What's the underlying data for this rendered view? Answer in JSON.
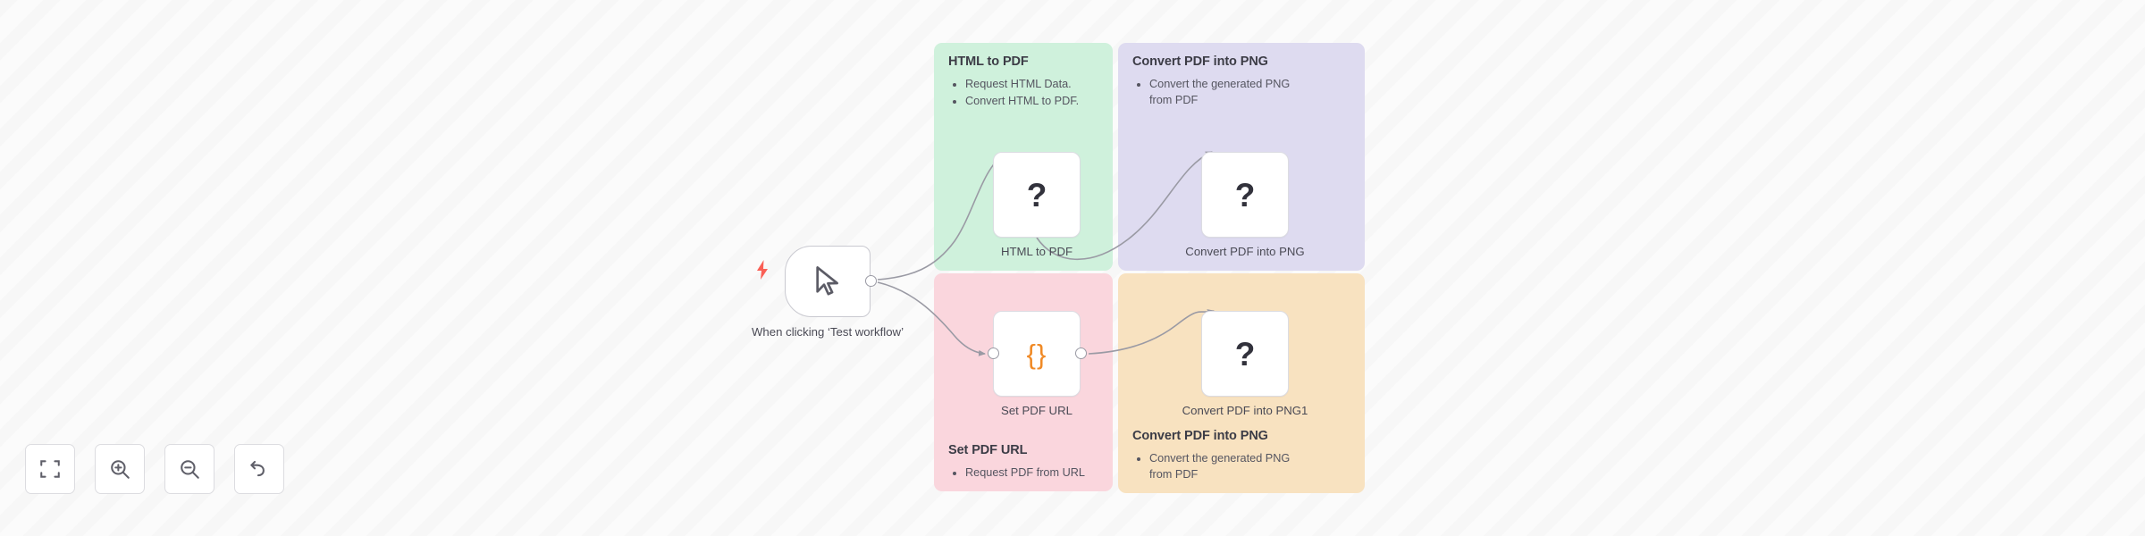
{
  "canvas": {
    "background_color": "#fbfbfb",
    "pattern": "diagonal-stripes"
  },
  "trigger": {
    "name": "manual-trigger",
    "icon": "cursor-arrow-icon",
    "badge_icon": "lightning-bolt-icon",
    "badge_color": "#fa5f55",
    "caption": "When clicking ‘Test workflow’"
  },
  "nodes": [
    {
      "id": "html-to-pdf",
      "icon": "question-mark-icon",
      "glyph": "?",
      "caption": "HTML to PDF"
    },
    {
      "id": "convert-pdf-png",
      "icon": "question-mark-icon",
      "glyph": "?",
      "caption": "Convert PDF into PNG"
    },
    {
      "id": "set-pdf-url",
      "icon": "code-braces-icon",
      "glyph": "{}",
      "caption": "Set PDF URL"
    },
    {
      "id": "convert-pdf-png1",
      "icon": "question-mark-icon",
      "glyph": "?",
      "caption": "Convert PDF into PNG1"
    }
  ],
  "sticky_notes": [
    {
      "id": "note-html-to-pdf",
      "title": "HTML to PDF",
      "color": "#cff1dc",
      "items": [
        "Request HTML Data.",
        "Convert HTML to PDF."
      ]
    },
    {
      "id": "note-convert-pdf-into-png",
      "title": "Convert PDF into PNG",
      "color": "#dedbf0",
      "items": [
        "Convert the generated PNG from PDF"
      ]
    },
    {
      "id": "note-set-pdf-url",
      "title": "Set PDF URL",
      "color": "#fad6dd",
      "items": [
        "Request PDF from URL"
      ]
    },
    {
      "id": "note-convert-pdf-into-png-2",
      "title": "Convert PDF into PNG",
      "color": "#f8e2c0",
      "items": [
        "Convert the generated PNG from PDF"
      ]
    }
  ],
  "toolbar": {
    "buttons": [
      {
        "id": "zoom-to-fit",
        "icon": "fit-to-screen-icon"
      },
      {
        "id": "zoom-in",
        "icon": "zoom-in-icon"
      },
      {
        "id": "zoom-out",
        "icon": "zoom-out-icon"
      },
      {
        "id": "reset-zoom",
        "icon": "undo-arrow-icon"
      }
    ]
  },
  "colors": {
    "edge": "#909098",
    "node_border": "#dcdce2",
    "accent_orange": "#f08a26",
    "text_primary": "#3c3c46",
    "text_secondary": "#555560"
  }
}
